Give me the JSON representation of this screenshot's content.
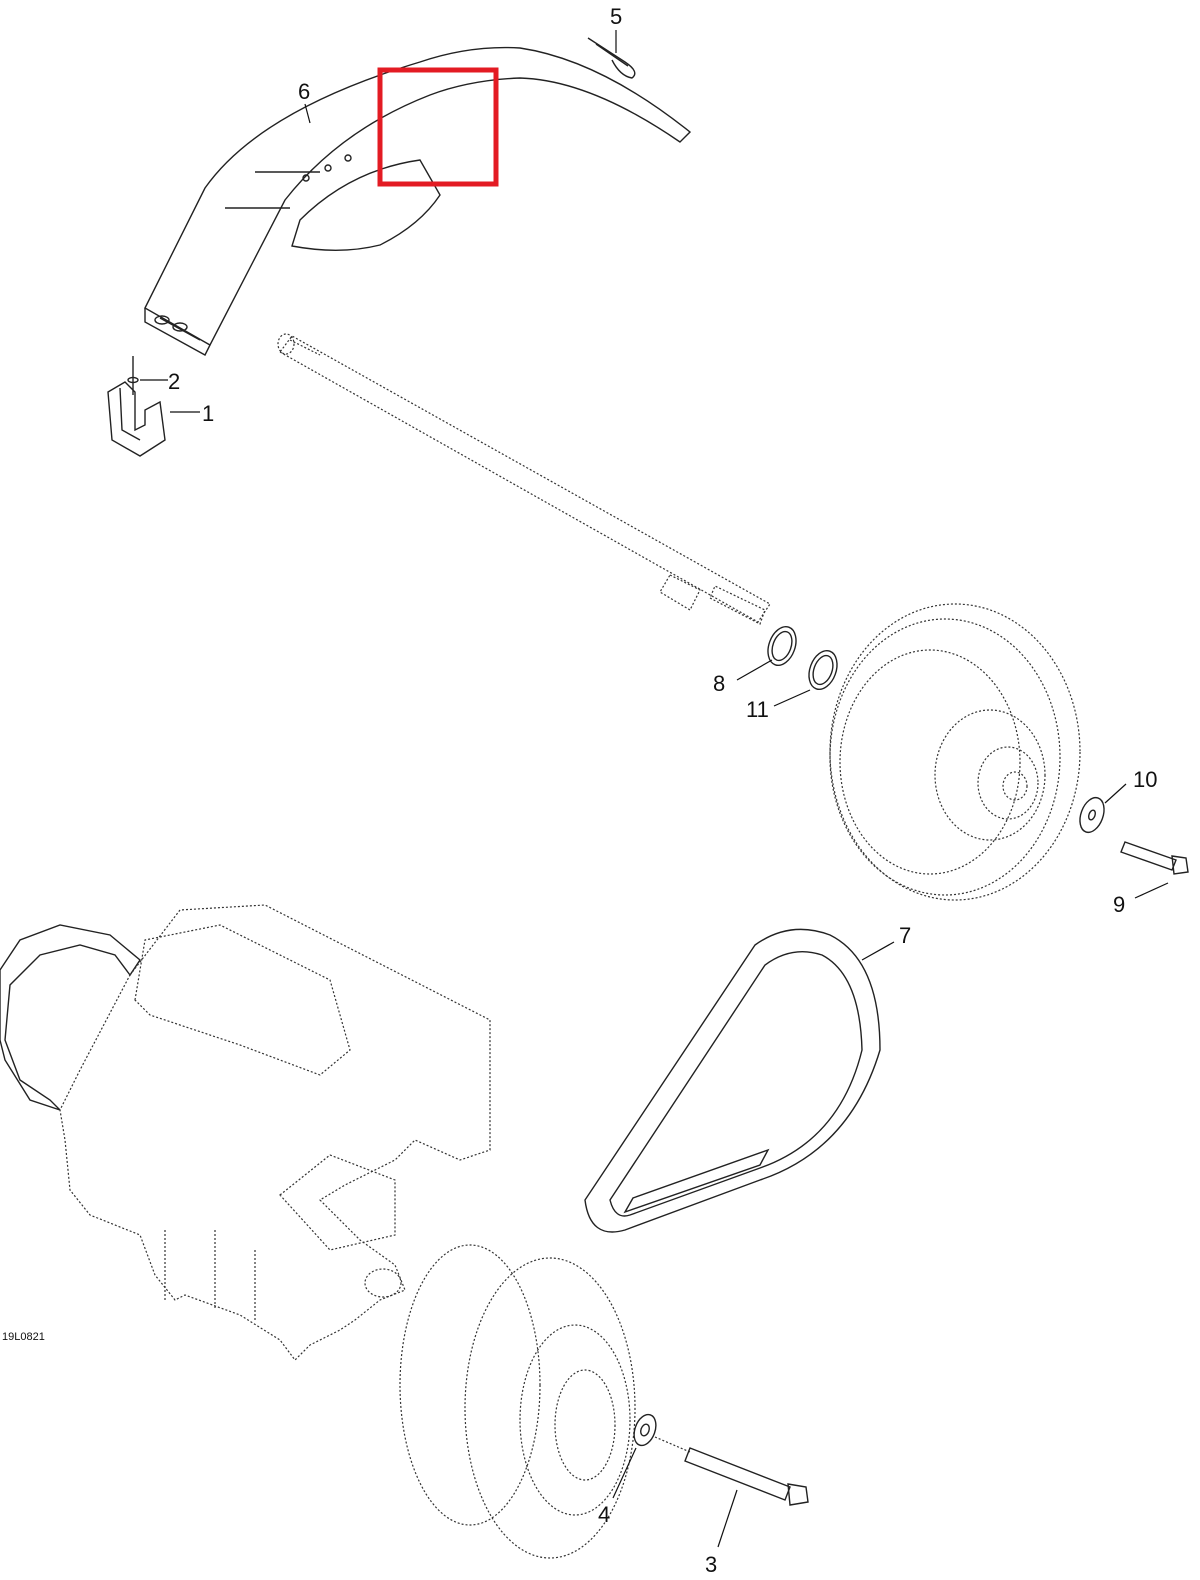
{
  "figure_id": "19L0821",
  "callouts": [
    {
      "id": "c1",
      "label": "1"
    },
    {
      "id": "c2",
      "label": "2"
    },
    {
      "id": "c3",
      "label": "3"
    },
    {
      "id": "c4",
      "label": "4"
    },
    {
      "id": "c5",
      "label": "5"
    },
    {
      "id": "c6",
      "label": "6"
    },
    {
      "id": "c7",
      "label": "7"
    },
    {
      "id": "c8",
      "label": "8"
    },
    {
      "id": "c9",
      "label": "9"
    },
    {
      "id": "c10",
      "label": "10"
    },
    {
      "id": "c11",
      "label": "11"
    }
  ],
  "highlight": {
    "color": "#e31b23"
  }
}
